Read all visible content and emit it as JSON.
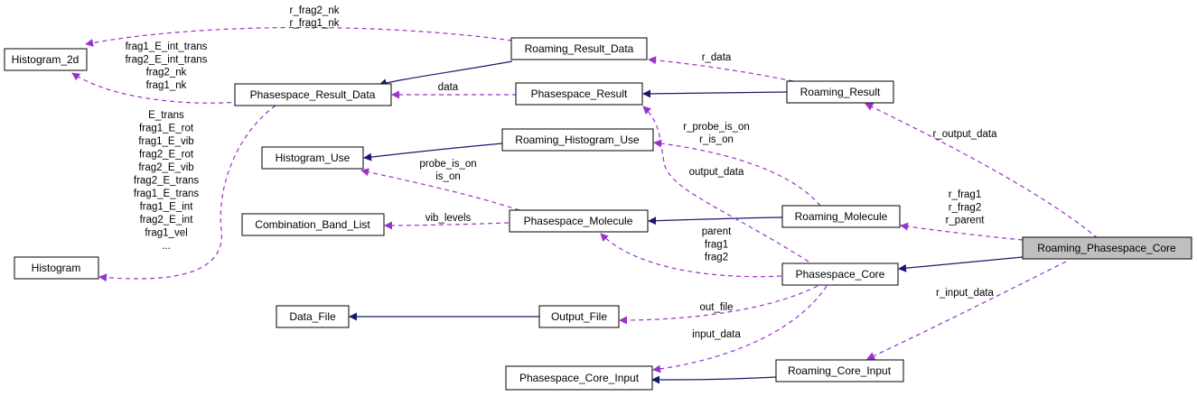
{
  "nodes": {
    "histogram_2d": "Histogram_2d",
    "roaming_result_data": "Roaming_Result_Data",
    "phasespace_result_data": "Phasespace_Result_Data",
    "phasespace_result": "Phasespace_Result",
    "roaming_result": "Roaming_Result",
    "histogram_use": "Histogram_Use",
    "roaming_histogram_use": "Roaming_Histogram_Use",
    "combination_band_list": "Combination_Band_List",
    "phasespace_molecule": "Phasespace_Molecule",
    "roaming_molecule": "Roaming_Molecule",
    "roaming_phasespace_core": "Roaming_Phasespace_Core",
    "histogram": "Histogram",
    "phasespace_core": "Phasespace_Core",
    "data_file": "Data_File",
    "output_file": "Output_File",
    "phasespace_core_input": "Phasespace_Core_Input",
    "roaming_core_input": "Roaming_Core_Input"
  },
  "edge_labels": {
    "rrd_h2d": [
      "r_frag2_nk",
      "r_frag1_nk"
    ],
    "prd_h2d": [
      "frag1_E_int_trans",
      "frag2_E_int_trans",
      "frag2_nk",
      "frag1_nk"
    ],
    "prd_hist": [
      "E_trans",
      "frag1_E_rot",
      "frag1_E_vib",
      "frag2_E_rot",
      "frag2_E_vib",
      "frag2_E_trans",
      "frag1_E_trans",
      "frag1_E_int",
      "frag2_E_int",
      "frag1_vel",
      "..."
    ],
    "rr_rrd": [
      "r_data"
    ],
    "pr_prd": [
      "data"
    ],
    "rpc_rr": [
      "r_output_data"
    ],
    "rm_rhu": [
      "r_probe_is_on",
      "r_is_on"
    ],
    "pc_pr": [
      "output_data"
    ],
    "pm_hu": [
      "probe_is_on",
      "is_on"
    ],
    "pm_cbl": [
      "vib_levels"
    ],
    "rpc_rm": [
      "r_frag1",
      "r_frag2",
      "r_parent"
    ],
    "pc_pm": [
      "parent",
      "frag1",
      "frag2"
    ],
    "rpc_rci": [
      "r_input_data"
    ],
    "pc_of": [
      "out_file"
    ],
    "pc_pci": [
      "input_data"
    ]
  },
  "colors": {
    "inheritance_edge": "#191970",
    "usage_edge": "#9a32cd",
    "highlight_fill": "#bfbfbf"
  }
}
